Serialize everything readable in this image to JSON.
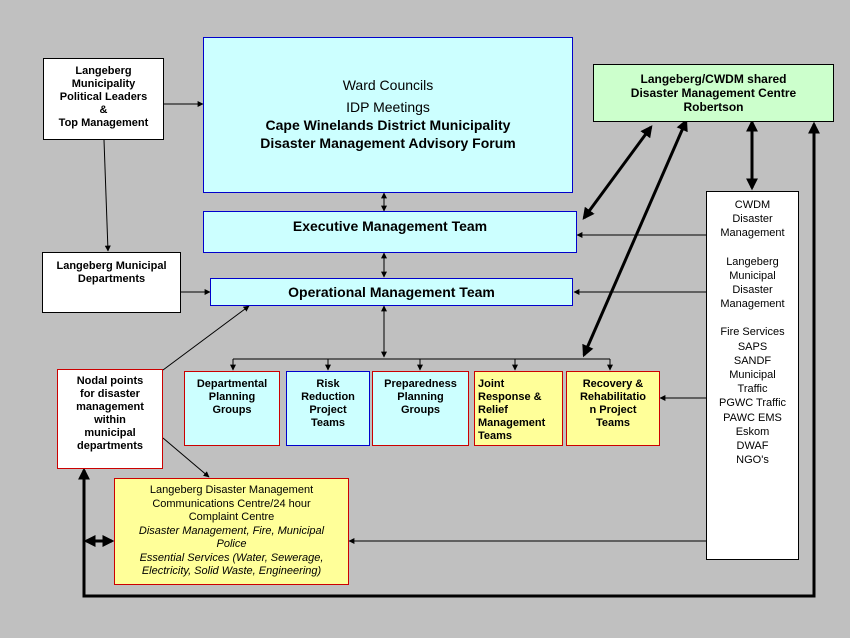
{
  "nodes": {
    "political": [
      "Langeberg",
      "Municipality",
      "Political Leaders",
      "&",
      "Top Management"
    ],
    "ward": [
      "Ward Councils",
      "IDP Meetings",
      "Cape Winelands District Municipality",
      "Disaster Management Advisory Forum"
    ],
    "shared_centre": [
      "Langeberg/CWDM shared",
      "Disaster Management Centre",
      "Robertson"
    ],
    "executive": "Executive Management Team",
    "departments": [
      "Langeberg Municipal",
      "Departments"
    ],
    "operational": "Operational Management Team",
    "nodal": [
      "Nodal points",
      "for disaster",
      "management",
      "within",
      "municipal",
      "departments"
    ],
    "dept_planning": [
      "Departmental",
      "Planning",
      "Groups"
    ],
    "risk_reduction": [
      "Risk",
      "Reduction",
      "Project",
      "Teams"
    ],
    "preparedness": [
      "Preparedness",
      "Planning",
      "Groups"
    ],
    "joint_response": [
      "Joint",
      "Response &",
      "Relief",
      "Management",
      "Teams"
    ],
    "recovery": [
      "Recovery &",
      "Rehabilitatio",
      "n Project",
      "Teams"
    ],
    "external": [
      "CWDM",
      "Disaster",
      "Management",
      "",
      "Langeberg",
      "Municipal",
      "Disaster",
      "Management",
      "",
      "Fire Services",
      "SAPS",
      "SANDF",
      "Municipal",
      "Traffic",
      "PGWC Traffic",
      "PAWC EMS",
      "Eskom",
      "DWAF",
      "NGO's"
    ],
    "comms_centre": {
      "plain": [
        "Langeberg Disaster Management",
        "Communications Centre/24 hour",
        "Complaint Centre"
      ],
      "italic": [
        "Disaster Management, Fire, Municipal",
        "Police",
        "Essential Services (Water, Sewerage,",
        "Electricity, Solid Waste, Engineering)"
      ]
    }
  },
  "colors": {
    "background": "#c0c0c0",
    "cyan_box": "#ccffff",
    "green_box": "#ccffcc",
    "yellow_box": "#ffff99",
    "connector": "#000000"
  }
}
